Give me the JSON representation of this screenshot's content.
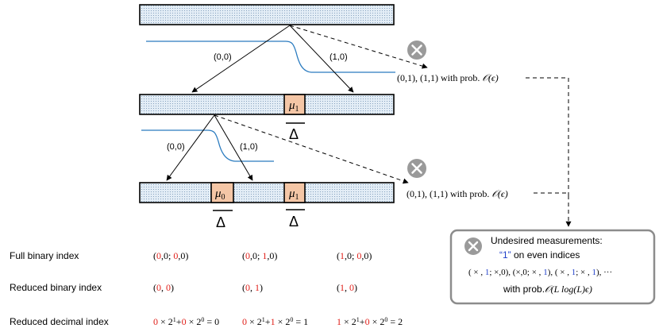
{
  "tree": {
    "edge_labels": {
      "top_left": "(0,0)",
      "top_right": "(1,0)",
      "mid_left": "(0,0)",
      "mid_right": "(1,0)"
    },
    "mu_labels": {
      "mid": "μ",
      "mid_sub": "1",
      "bot_left": "μ",
      "bot_left_sub": "0",
      "bot_right": "μ",
      "bot_right_sub": "1"
    },
    "delta_symbol": "Δ",
    "reject_top": {
      "text": "(0,1), (1,1) with prob. ",
      "prob": "𝒪(ϵ)"
    },
    "reject_mid": {
      "text": "(0,1), (1,1) with prob. ",
      "prob": "𝒪(ϵ)"
    }
  },
  "undesired": {
    "title": "Undesired measurements:",
    "subtitle_quote": "“1”",
    "subtitle_rest": " on even indices",
    "seq_parts": [
      {
        "t": "( × , ",
        "c": "k"
      },
      {
        "t": "1",
        "c": "b"
      },
      {
        "t": "; ×,0), (×,0; × , ",
        "c": "k"
      },
      {
        "t": "1",
        "c": "b"
      },
      {
        "t": "), ( × , ",
        "c": "k"
      },
      {
        "t": "1",
        "c": "b"
      },
      {
        "t": "; × , ",
        "c": "k"
      },
      {
        "t": "1",
        "c": "b"
      },
      {
        "t": "), ···",
        "c": "k"
      }
    ],
    "prob_prefix": "with prob.",
    "prob_value": "𝒪(L log(L)ϵ)"
  },
  "table": {
    "rows": [
      {
        "label": "Full binary index",
        "cells": [
          [
            {
              "t": "(",
              "c": "k"
            },
            {
              "t": "0",
              "c": "r"
            },
            {
              "t": ",0; ",
              "c": "k"
            },
            {
              "t": "0",
              "c": "r"
            },
            {
              "t": ",0)",
              "c": "k"
            }
          ],
          [
            {
              "t": "(",
              "c": "k"
            },
            {
              "t": "0",
              "c": "r"
            },
            {
              "t": ",0; ",
              "c": "k"
            },
            {
              "t": "1",
              "c": "r"
            },
            {
              "t": ",0)",
              "c": "k"
            }
          ],
          [
            {
              "t": "(",
              "c": "k"
            },
            {
              "t": "1",
              "c": "r"
            },
            {
              "t": ",0; ",
              "c": "k"
            },
            {
              "t": "0",
              "c": "r"
            },
            {
              "t": ",0)",
              "c": "k"
            }
          ]
        ]
      },
      {
        "label": "Reduced binary index",
        "cells": [
          [
            {
              "t": "(",
              "c": "k"
            },
            {
              "t": "0",
              "c": "r"
            },
            {
              "t": ", ",
              "c": "k"
            },
            {
              "t": "0",
              "c": "r"
            },
            {
              "t": ")",
              "c": "k"
            }
          ],
          [
            {
              "t": "(",
              "c": "k"
            },
            {
              "t": "0",
              "c": "r"
            },
            {
              "t": ", ",
              "c": "k"
            },
            {
              "t": "1",
              "c": "r"
            },
            {
              "t": ")",
              "c": "k"
            }
          ],
          [
            {
              "t": "(",
              "c": "k"
            },
            {
              "t": "1",
              "c": "r"
            },
            {
              "t": ", ",
              "c": "k"
            },
            {
              "t": "0",
              "c": "r"
            },
            {
              "t": ")",
              "c": "k"
            }
          ]
        ]
      },
      {
        "label": "Reduced decimal index",
        "cells": [
          [
            {
              "t": "0",
              "c": "r"
            },
            {
              "t": " × 2",
              "c": "k"
            },
            {
              "t": "1",
              "c": "k",
              "sup": true
            },
            {
              "t": "+",
              "c": "k"
            },
            {
              "t": "0",
              "c": "r"
            },
            {
              "t": " × 2",
              "c": "k"
            },
            {
              "t": "0",
              "c": "k",
              "sup": true
            },
            {
              "t": " = 0",
              "c": "k"
            }
          ],
          [
            {
              "t": "0",
              "c": "r"
            },
            {
              "t": " × 2",
              "c": "k"
            },
            {
              "t": "1",
              "c": "k",
              "sup": true
            },
            {
              "t": "+",
              "c": "k"
            },
            {
              "t": "1",
              "c": "r"
            },
            {
              "t": " × 2",
              "c": "k"
            },
            {
              "t": "0",
              "c": "k",
              "sup": true
            },
            {
              "t": " = 1",
              "c": "k"
            }
          ],
          [
            {
              "t": "1",
              "c": "r"
            },
            {
              "t": " × 2",
              "c": "k"
            },
            {
              "t": "1",
              "c": "k",
              "sup": true
            },
            {
              "t": "+",
              "c": "k"
            },
            {
              "t": "0",
              "c": "r"
            },
            {
              "t": " × 2",
              "c": "k"
            },
            {
              "t": "0",
              "c": "k",
              "sup": true
            },
            {
              "t": " = 2",
              "c": "k"
            }
          ]
        ]
      }
    ]
  },
  "colors": {
    "red": "#e0201a",
    "blue": "#1f3fc9",
    "curve": "#2a7bbf",
    "box_fill": "#dbe7f2",
    "mu_fill": "#f4c6a6",
    "reject_icon": "#9a9a9a",
    "panel_border": "#8c8c8c"
  }
}
